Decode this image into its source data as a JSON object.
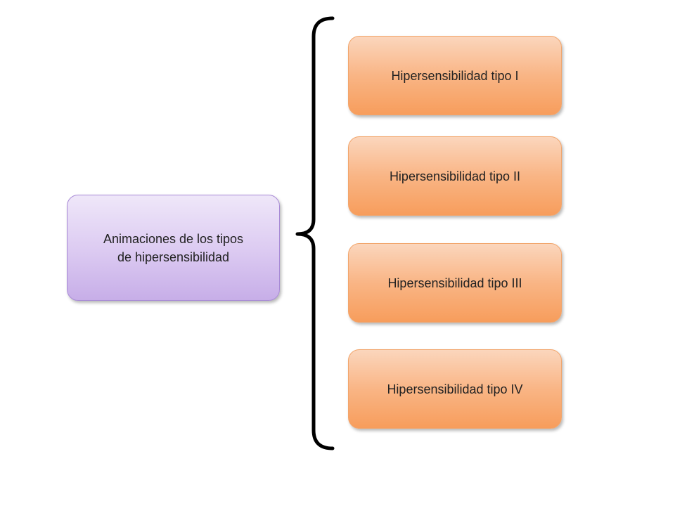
{
  "diagram": {
    "root": {
      "label_line1": "Animaciones de los tipos",
      "label_line2": "de hipersensibilidad"
    },
    "children": [
      {
        "label": "Hipersensibilidad tipo I"
      },
      {
        "label": "Hipersensibilidad tipo II"
      },
      {
        "label": "Hipersensibilidad tipo III"
      },
      {
        "label": "Hipersensibilidad tipo IV"
      }
    ]
  },
  "colors": {
    "root_fill": "#ddccf2",
    "child_fill": "#f9b585",
    "brace": "#000000"
  }
}
